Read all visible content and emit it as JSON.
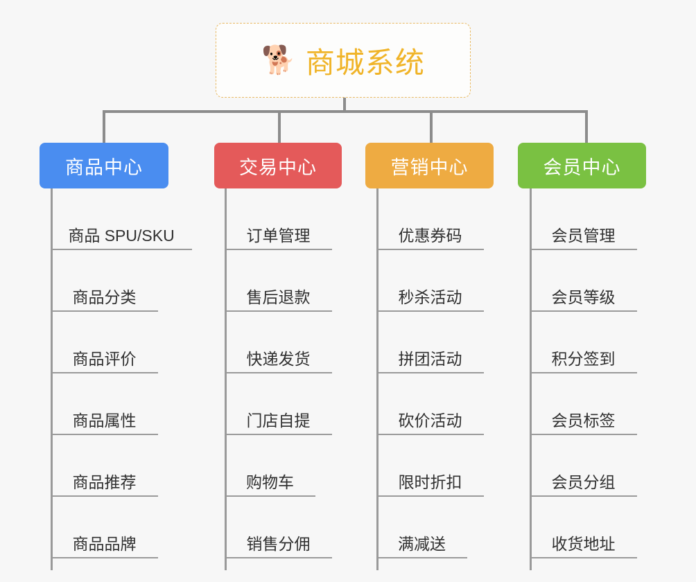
{
  "root": {
    "icon": "shiba-dog-face-emoji",
    "glyph": "🐕",
    "title": "商城系统",
    "title_color": "#f0b429",
    "border_color": "#e8b963"
  },
  "connector_color": "#8c8c8c",
  "background_color": "#f7f7f7",
  "categories": [
    {
      "label": "商品中心",
      "color": "#4a8df0",
      "items": [
        "商品 SPU/SKU",
        "商品分类",
        "商品评价",
        "商品属性",
        "商品推荐",
        "商品品牌"
      ]
    },
    {
      "label": "交易中心",
      "color": "#e45a5a",
      "items": [
        "订单管理",
        "售后退款",
        "快递发货",
        "门店自提",
        "购物车",
        "销售分佣"
      ]
    },
    {
      "label": "营销中心",
      "color": "#eeab42",
      "items": [
        "优惠券码",
        "秒杀活动",
        "拼团活动",
        "砍价活动",
        "限时折扣",
        "满减送"
      ]
    },
    {
      "label": "会员中心",
      "color": "#7ac142",
      "items": [
        "会员管理",
        "会员等级",
        "积分签到",
        "会员标签",
        "会员分组",
        "收货地址"
      ]
    }
  ]
}
